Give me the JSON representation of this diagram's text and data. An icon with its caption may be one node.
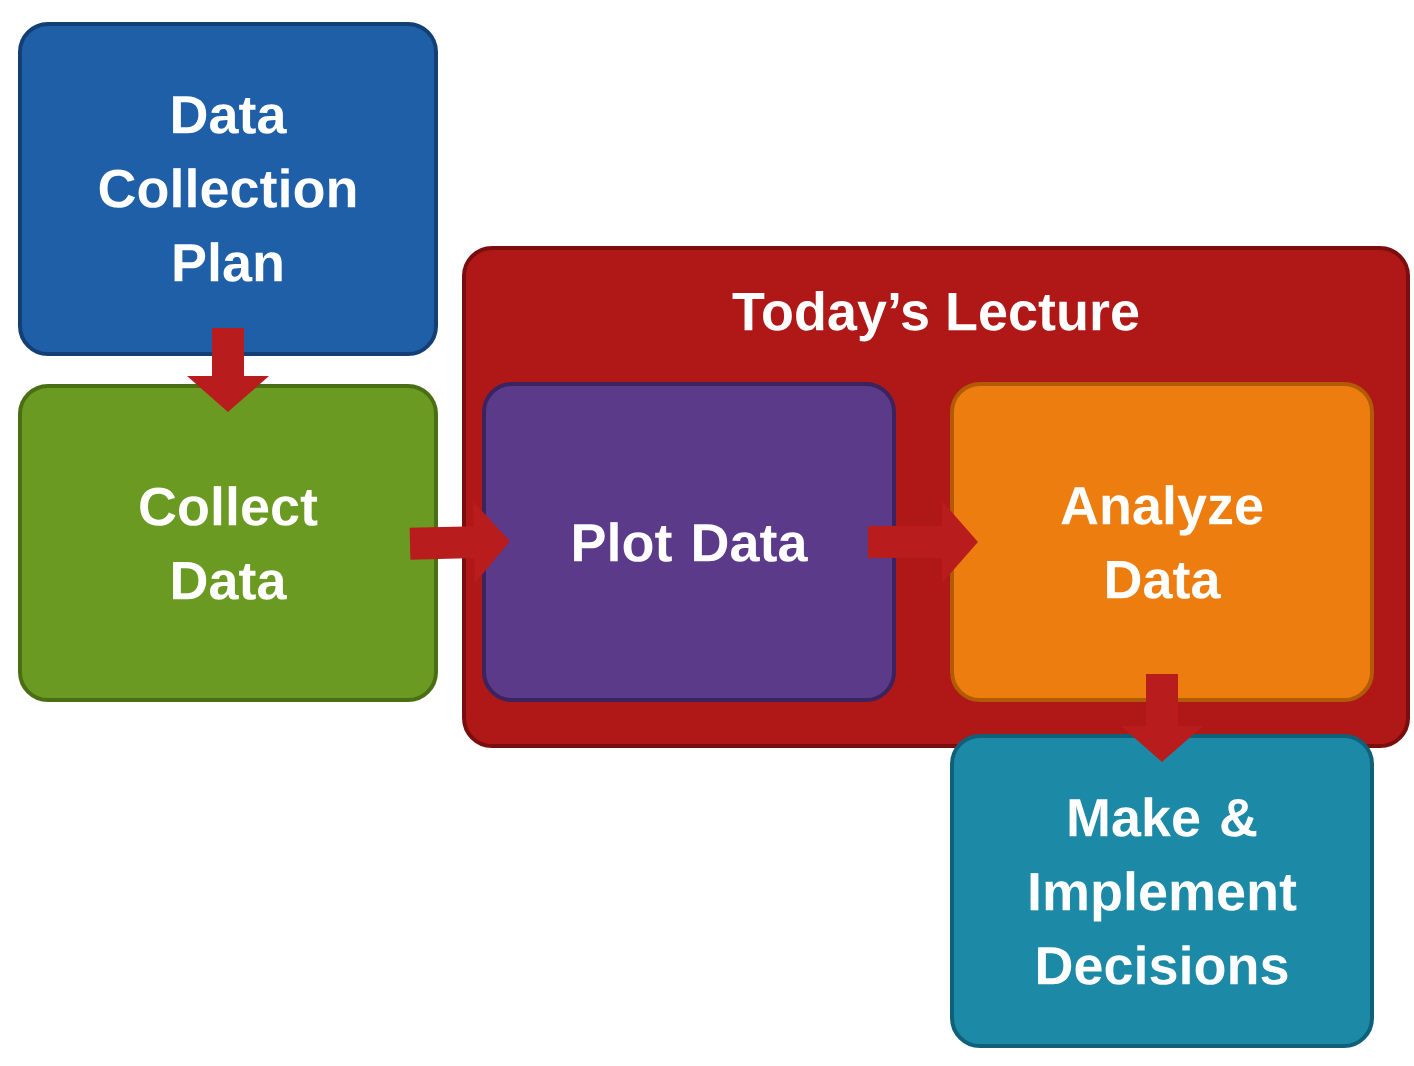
{
  "diagram": {
    "nodes": [
      {
        "text": [
          "Data Collection Plan"
        ]
      },
      {
        "text": [
          "Collect Data"
        ]
      },
      {
        "text": [
          "Today’s Lecture"
        ]
      },
      {
        "text": [
          "Plot Data"
        ],
        "in": 2
      },
      {
        "text": [
          "Analyze Data"
        ],
        "in": 2
      },
      {
        "text": [
          "Make & Implement Decisions"
        ]
      }
    ],
    "edges": [
      {
        "from": 0,
        "to": 1,
        "arrow": "to"
      },
      {
        "from": 1,
        "to": 3,
        "arrow": "to"
      },
      {
        "from": 3,
        "to": 4,
        "arrow": "to"
      },
      {
        "from": 4,
        "to": 5,
        "arrow": "to"
      }
    ]
  }
}
